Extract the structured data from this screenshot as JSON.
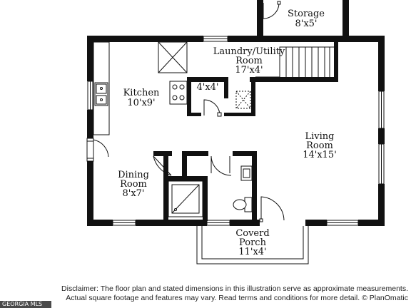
{
  "rooms": {
    "storage": {
      "name": "Storage",
      "dims": "8'x5'"
    },
    "laundry": {
      "name_line1": "Laundry/Utility",
      "name_line2": "Room",
      "dims": "17'x4'"
    },
    "kitchen": {
      "name": "Kitchen",
      "dims": "10'x9'"
    },
    "closet": {
      "dims": "4'x4'"
    },
    "living": {
      "name_line1": "Living",
      "name_line2": "Room",
      "dims": "14'x15'"
    },
    "dining": {
      "name_line1": "Dining",
      "name_line2": "Room",
      "dims": "8'x7'"
    },
    "porch": {
      "name_line1": "Coverd",
      "name_line2": "Porch",
      "dims": "11'x4'"
    }
  },
  "disclaimer": {
    "line1": "Disclaimer: The floor plan and stated dimensions in this illustration serve as approximate measurements.",
    "line2": "Actual square footage and features may vary. Read terms and conditions for more detail. © PlanOmatic"
  },
  "brand": {
    "text": "GEORGIA MLS"
  },
  "colors": {
    "wall": "#111111",
    "background": "#ffffff",
    "brand_bg": "#4a4a4a"
  }
}
